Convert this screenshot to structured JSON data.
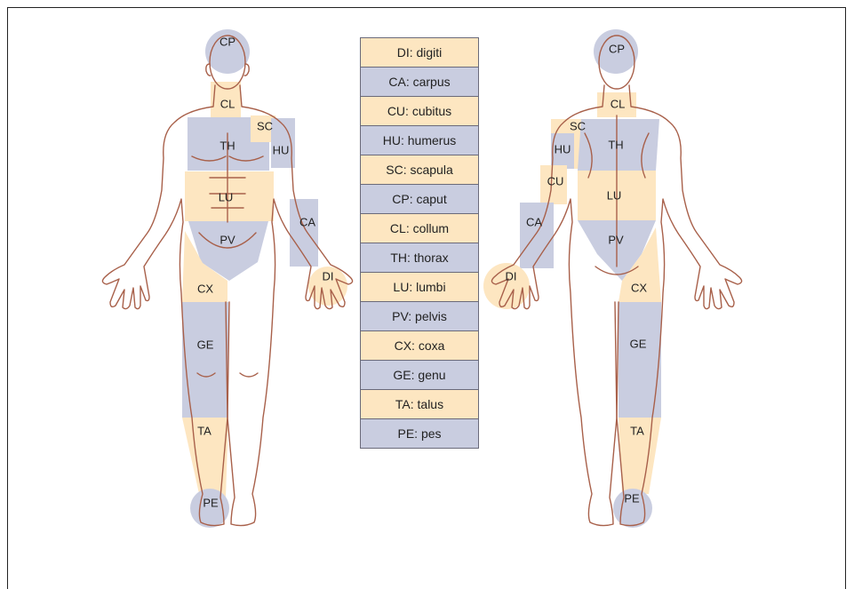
{
  "colors": {
    "beige": "#fde6c1",
    "blue": "#c9cde0",
    "outline": "#a8604a",
    "legend_border": "#6a6a7a"
  },
  "legend": [
    {
      "text": "DI: digiti",
      "color": "beige"
    },
    {
      "text": "CA: carpus",
      "color": "blue"
    },
    {
      "text": "CU: cubitus",
      "color": "beige"
    },
    {
      "text": "HU: humerus",
      "color": "blue"
    },
    {
      "text": "SC: scapula",
      "color": "beige"
    },
    {
      "text": "CP: caput",
      "color": "blue"
    },
    {
      "text": "CL: collum",
      "color": "beige"
    },
    {
      "text": "TH: thorax",
      "color": "blue"
    },
    {
      "text": "LU: lumbi",
      "color": "beige"
    },
    {
      "text": "PV: pelvis",
      "color": "blue"
    },
    {
      "text": "CX: coxa",
      "color": "beige"
    },
    {
      "text": "GE: genu",
      "color": "blue"
    },
    {
      "text": "TA: talus",
      "color": "beige"
    },
    {
      "text": "PE: pes",
      "color": "blue"
    }
  ],
  "front_labels": {
    "cp": "CP",
    "cl": "CL",
    "sc": "SC",
    "th": "TH",
    "hu": "HU",
    "lu": "LU",
    "ca": "CA",
    "pv": "PV",
    "di": "DI",
    "cx": "CX",
    "ge": "GE",
    "ta": "TA",
    "pe": "PE"
  },
  "back_labels": {
    "cp": "CP",
    "cl": "CL",
    "sc": "SC",
    "th": "TH",
    "hu": "HU",
    "cu": "CU",
    "lu": "LU",
    "ca": "CA",
    "pv": "PV",
    "di": "DI",
    "cx": "CX",
    "ge": "GE",
    "ta": "TA",
    "pe": "PE"
  }
}
